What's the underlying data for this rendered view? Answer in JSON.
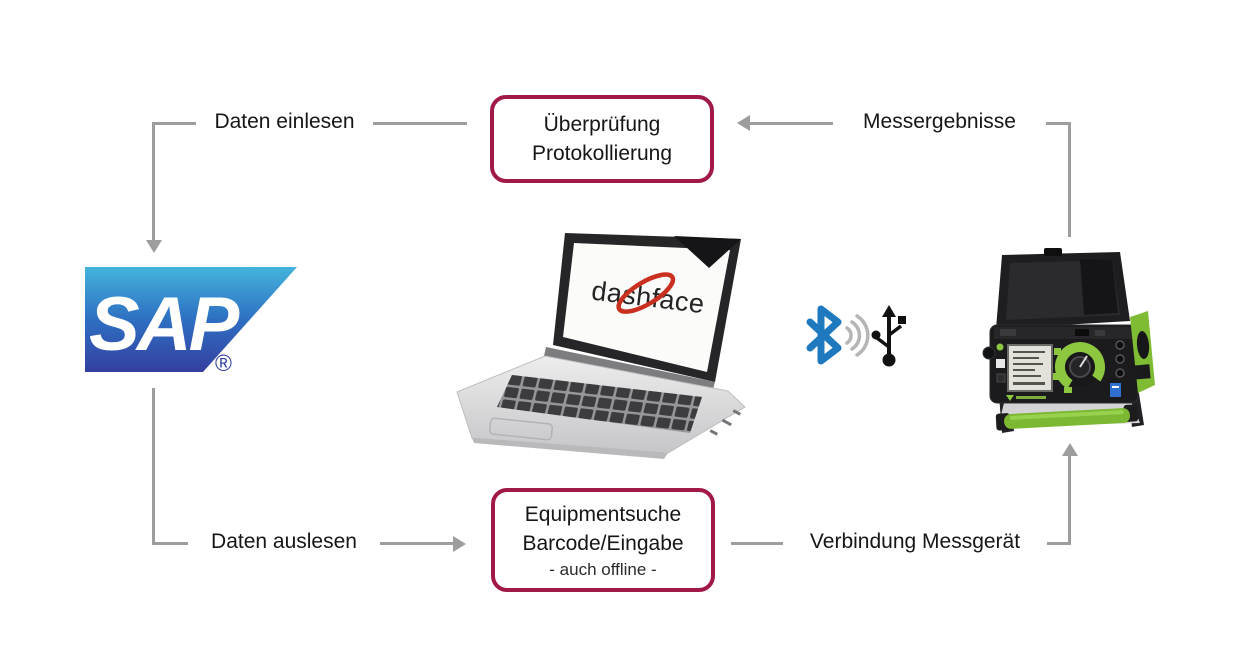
{
  "diagram": {
    "boxes": {
      "verification": {
        "line1": "Überprüfung",
        "line2": "Protokollierung"
      },
      "equipment": {
        "line1": "Equipmentsuche",
        "line2": "Barcode/Eingabe",
        "note": "- auch offline -"
      }
    },
    "labels": {
      "daten_einlesen": "Daten einlesen",
      "messergebnisse": "Messergebnisse",
      "daten_auslesen": "Daten auslesen",
      "verbindung_messgeraet": "Verbindung Messgerät"
    }
  },
  "sap": {
    "name": "SAP",
    "registered": "®"
  },
  "laptop": {
    "screen_logo": "dashface"
  },
  "connectivity": {
    "icons": [
      "bluetooth-icon",
      "usb-icon"
    ]
  },
  "colors": {
    "box_border": "#a11945",
    "arrow": "#9d9d9d",
    "text": "#1a1a1a",
    "bluetooth": "#1e79bf",
    "dashface_swoosh": "#c9301f",
    "sap_gradient_top": "#44b4dc",
    "sap_gradient_bottom": "#343fa0",
    "device_green": "#8dc63f"
  }
}
